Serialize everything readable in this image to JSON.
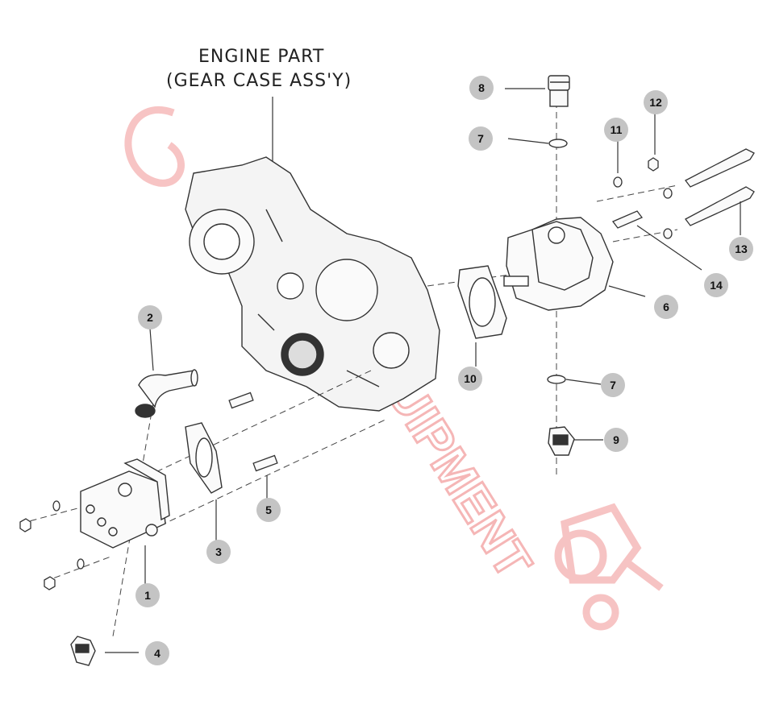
{
  "title": {
    "line1": "ENGINE PART",
    "line2": "(GEAR CASE ASS'Y)"
  },
  "callouts": [
    "1",
    "2",
    "3",
    "4",
    "5",
    "6",
    "7",
    "7",
    "8",
    "9",
    "10",
    "11",
    "12",
    "13",
    "14"
  ],
  "watermark": {
    "text": "EQUIPMENT",
    "color": "#f2a0a0"
  },
  "colors": {
    "line": "#333333",
    "badge": "#c4c4c4"
  }
}
